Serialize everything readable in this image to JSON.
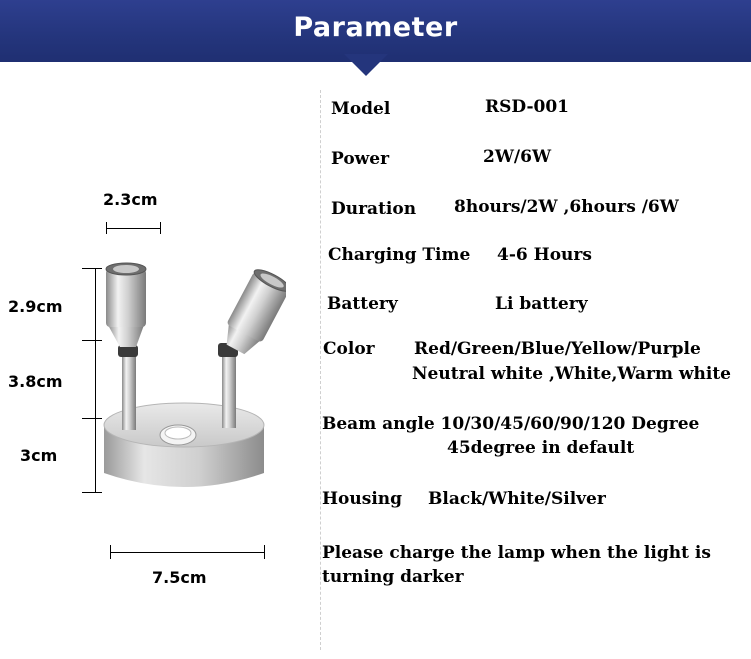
{
  "header": {
    "title": "Parameter"
  },
  "dimensions": {
    "top_width": "2.3cm",
    "head_height": "2.9cm",
    "arm_height": "3.8cm",
    "base_height": "3cm",
    "base_width": "7.5cm"
  },
  "specs": {
    "model": {
      "label": "Model",
      "value": "RSD-001"
    },
    "power": {
      "label": "Power",
      "value": "2W/6W"
    },
    "duration": {
      "label": "Duration",
      "value": "8hours/2W ,6hours /6W"
    },
    "charging": {
      "label": "Charging Time",
      "value": "4-6 Hours"
    },
    "battery": {
      "label": "Battery",
      "value": "Li battery"
    },
    "color": {
      "label": "Color",
      "value_line1": "Red/Green/Blue/Yellow/Purple",
      "value_line2": "Neutral white ,White,Warm white"
    },
    "beam": {
      "label_value": "Beam angle 10/30/45/60/90/120 Degree",
      "line2": "45degree in default"
    },
    "housing": {
      "label": "Housing",
      "value": "Black/White/Silver"
    },
    "note": {
      "line1": "Please charge the lamp when the light is",
      "line2": "turning darker"
    }
  },
  "colors": {
    "header_bg": "#24357c",
    "header_text": "#ffffff"
  }
}
